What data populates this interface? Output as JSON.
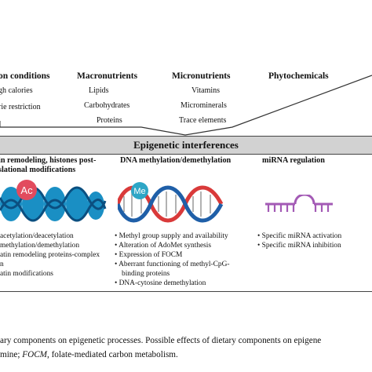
{
  "columns": [
    {
      "title": "on conditions",
      "items": [
        "gh calories",
        "rie restriction"
      ]
    },
    {
      "title": "Macronutrients",
      "items": [
        "Lipids",
        "Carbohydrates",
        "Proteins"
      ]
    },
    {
      "title": "Micronutrients",
      "items": [
        "Vitamins",
        "Microminerals",
        "Trace elements"
      ]
    },
    {
      "title": "Phytochemicals",
      "items": []
    }
  ],
  "band_title": "Epigenetic interferences",
  "sections": {
    "histone": {
      "title_lines": [
        "in remodeling, histones post-",
        "slational modifications"
      ],
      "badge": "Ac",
      "bullets": [
        "acetylation/deacetylation",
        "methylation/demethylation",
        "atin remodeling proteins-complex",
        "n",
        "atin modifications"
      ]
    },
    "dna": {
      "title": "DNA methylation/demethylation",
      "badge": "Me",
      "bullets": [
        "Methyl group supply and availability",
        "Alteration of AdoMet synthesis",
        "Expression of FOCM",
        "Aberrant functioning of methyl-CpG-",
        "binding proteins",
        "DNA-cytosine demethylation"
      ]
    },
    "mirna": {
      "title": "miRNA regulation",
      "bullets": [
        "Specific miRNA activation",
        "Specific miRNA inhibition"
      ]
    }
  },
  "caption": {
    "line1": "ary components on epigenetic processes. Possible effects of dietary components on epigene",
    "line2_prefix": "mine;",
    "line2_term": "FOCM",
    "line2_suffix": ", folate-mediated carbon metabolism."
  },
  "colors": {
    "nucleosome": "#1a8fc4",
    "ac_badge": "#e24b5e",
    "me_badge": "#2ea6c6",
    "dna_red": "#d93a3a",
    "dna_blue": "#1f5fa8",
    "mirna": "#a35ab5",
    "band": "#d2d2d2"
  }
}
